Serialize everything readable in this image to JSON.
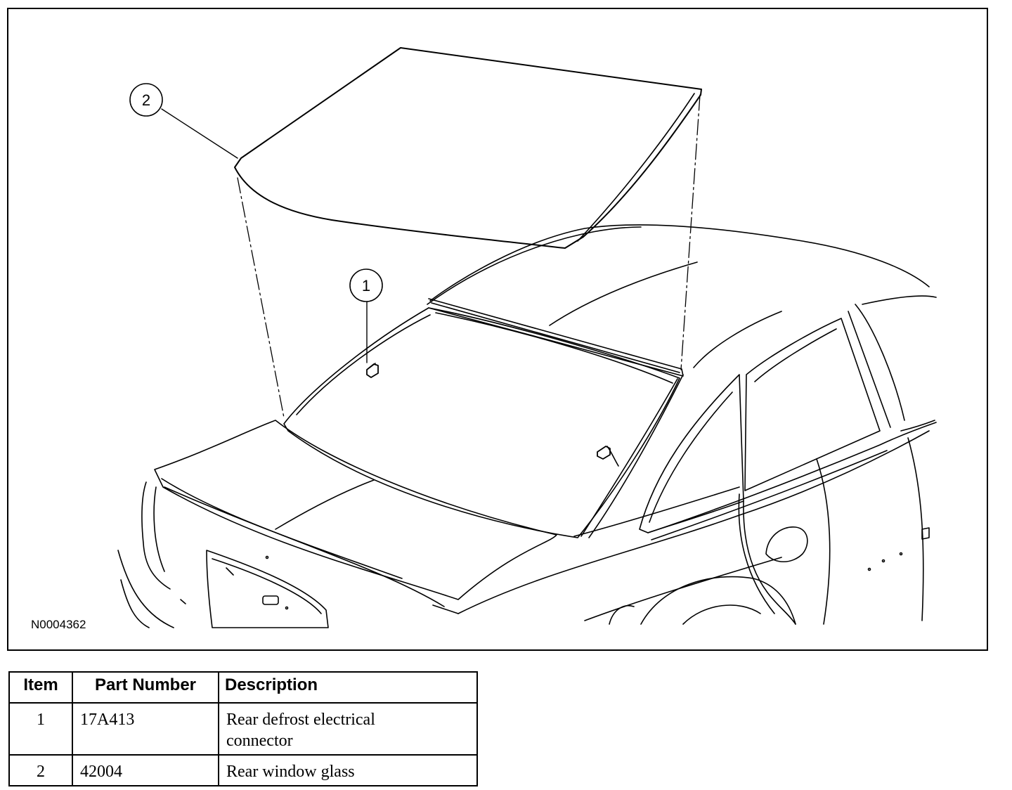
{
  "figure": {
    "id_label": "N0004362",
    "callouts": [
      {
        "number": "1",
        "target": "rear-defrost-connector"
      },
      {
        "number": "2",
        "target": "rear-window-glass"
      }
    ]
  },
  "parts_table": {
    "headers": [
      "Item",
      "Part Number",
      "Description"
    ],
    "rows": [
      {
        "item": "1",
        "part_number": "17A413",
        "description": "Rear defrost electrical connector"
      },
      {
        "item": "2",
        "part_number": "42004",
        "description": "Rear window glass"
      }
    ]
  }
}
